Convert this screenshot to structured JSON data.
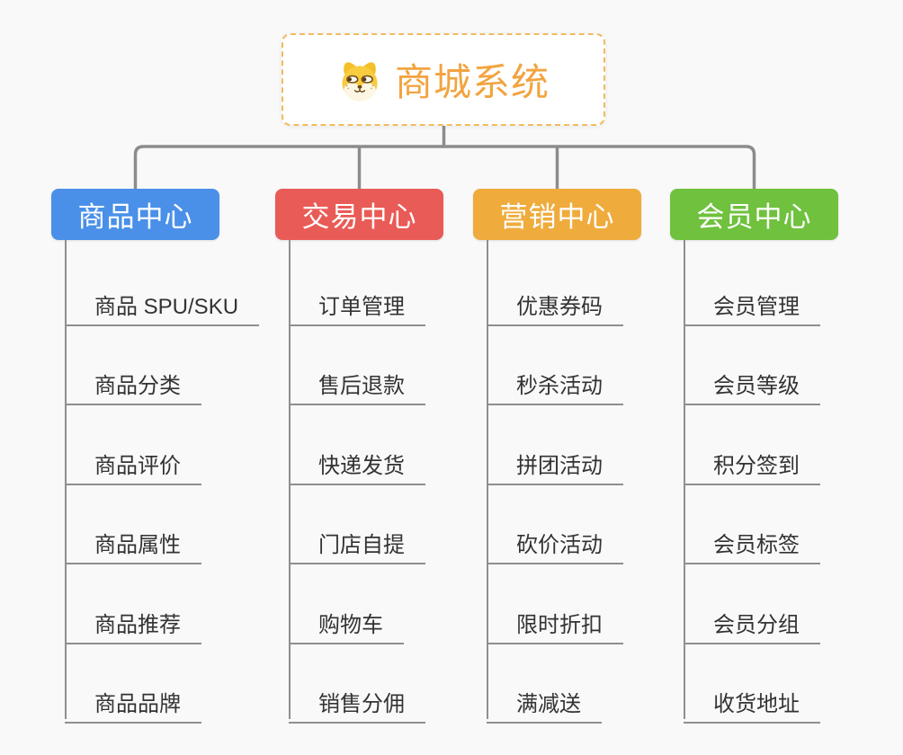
{
  "root": {
    "title": "商城系统",
    "icon": "dog-face-icon",
    "title_color": "#F2A440",
    "border_color": "#F3BA5E"
  },
  "colors": {
    "connector_line": "#8C8C8C",
    "tree_line": "#8F8F8F",
    "item_text": "#333333",
    "background": "#F9F9F9"
  },
  "branches": [
    {
      "label": "商品中心",
      "color": "#4A90E8",
      "children": [
        "商品 SPU/SKU",
        "商品分类",
        "商品评价",
        "商品属性",
        "商品推荐",
        "商品品牌"
      ]
    },
    {
      "label": "交易中心",
      "color": "#E95B56",
      "children": [
        "订单管理",
        "售后退款",
        "快递发货",
        "门店自提",
        "购物车",
        "销售分佣"
      ]
    },
    {
      "label": "营销中心",
      "color": "#EFAB3C",
      "children": [
        "优惠券码",
        "秒杀活动",
        "拼团活动",
        "砍价活动",
        "限时折扣",
        "满减送"
      ]
    },
    {
      "label": "会员中心",
      "color": "#6FC13E",
      "children": [
        "会员管理",
        "会员等级",
        "积分签到",
        "会员标签",
        "会员分组",
        "收货地址"
      ]
    }
  ]
}
